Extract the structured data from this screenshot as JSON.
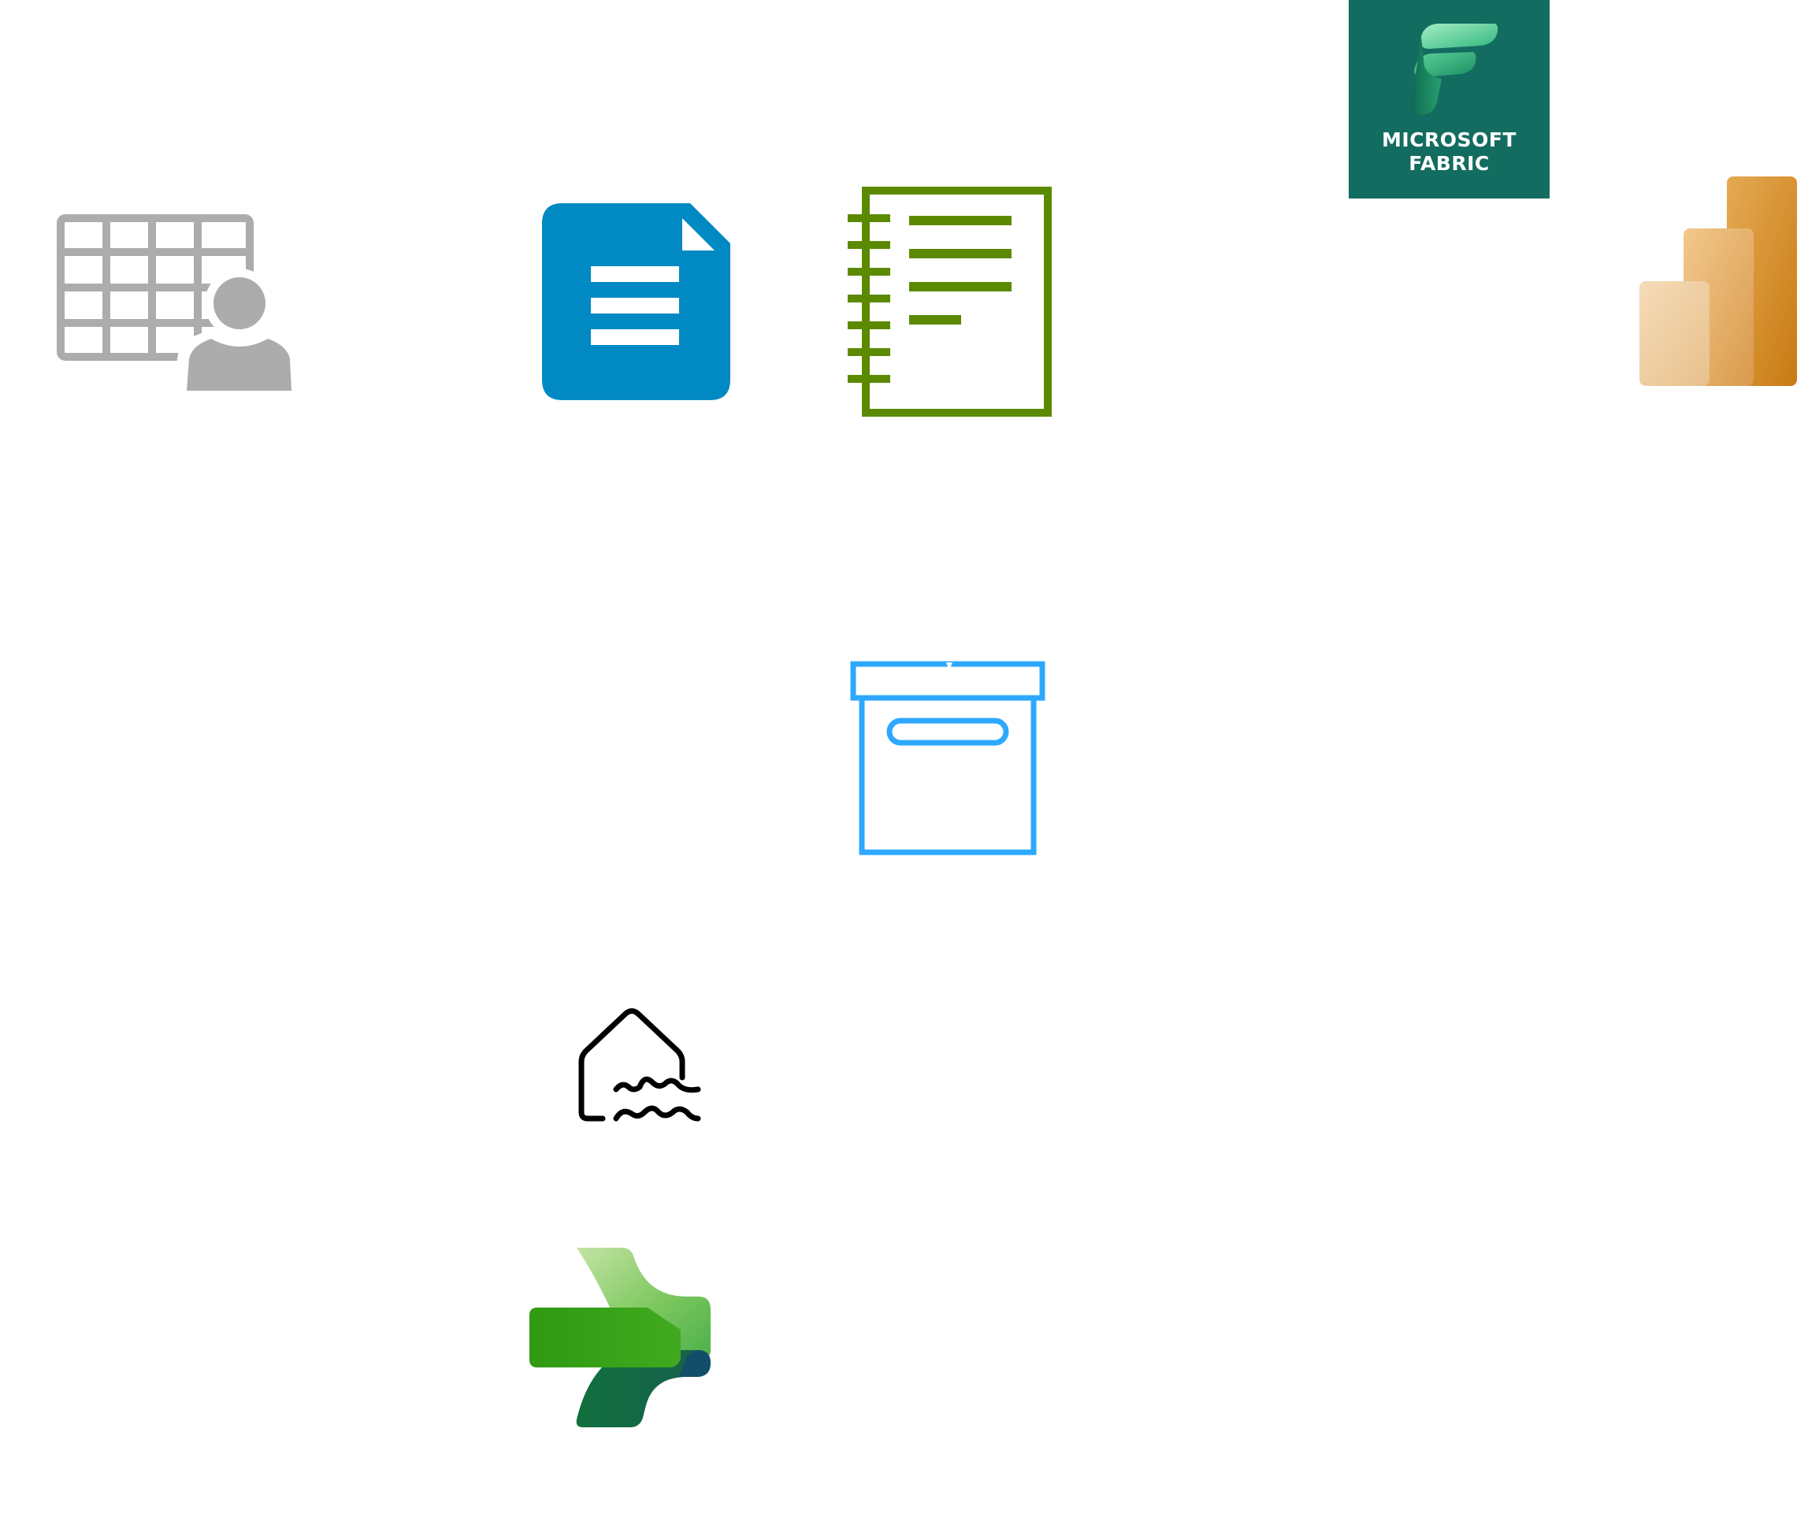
{
  "icons": [
    {
      "name": "table-user-icon",
      "color": "#acacac"
    },
    {
      "name": "document-icon",
      "color": "#0089c2"
    },
    {
      "name": "notebook-icon",
      "color": "#5b8a00"
    },
    {
      "name": "fabric-logo",
      "color": "#136c60"
    },
    {
      "name": "powerbi-icon",
      "color": "#e0a04a"
    },
    {
      "name": "archive-box-icon",
      "color": "#2ea8ff"
    },
    {
      "name": "lakehouse-icon",
      "color": "#000000"
    },
    {
      "name": "dataflow-icon",
      "color": "#339a18"
    }
  ],
  "fabric_logo": {
    "line1": "MICROSOFT",
    "line2": "FABRIC"
  }
}
